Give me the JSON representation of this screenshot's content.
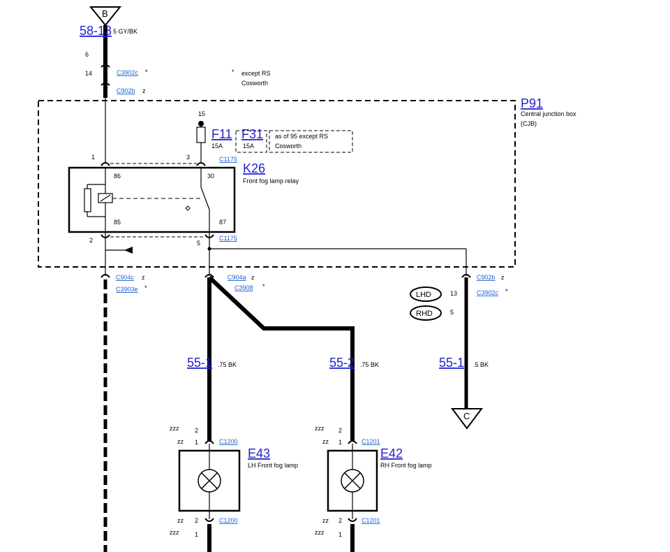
{
  "connectors_in": {
    "B": "B",
    "C": "C"
  },
  "top_wire": {
    "ref": "58-13",
    "spec": "5 GY/BK",
    "pin_a": "6",
    "pin_b": "14",
    "conn_a": "C3902c",
    "conn_a_mark": "*",
    "conn_b": "C902b",
    "conn_b_mark": "z"
  },
  "note": {
    "mark": "*",
    "line1": "except RS",
    "line2": "Cosworth"
  },
  "cjb": {
    "ref": "P91",
    "name_line1": "Central junction box",
    "name_line2": "(CJB)"
  },
  "fuses": {
    "supply_pin": "15",
    "f11_ref": "F11",
    "f11_rating": "15A",
    "f31_ref": "F31",
    "f31_rating": "15A",
    "f31_note_line1": "as of 95 except RS",
    "f31_note_line2": "Cosworth"
  },
  "relay": {
    "ref": "K26",
    "name": "Front fog lamp relay",
    "pin_86": "86",
    "pin_85": "85",
    "pin_30": "30",
    "pin_87": "87",
    "cjb_pin_1": "1",
    "cjb_pin_3": "3",
    "cjb_pin_2": "2",
    "cjb_pin_5": "5",
    "conn_top": "C1175",
    "conn_bottom": "C1175"
  },
  "lower_connectors": {
    "left_a": "C904c",
    "left_a_mark": "z",
    "left_b": "C3903e",
    "left_b_mark": "*",
    "mid_a": "C904a",
    "mid_a_mark": "z",
    "mid_b": "C3908",
    "mid_b_mark": "*",
    "right_a": "C902b",
    "right_a_mark": "z",
    "right_b": "C3902c",
    "right_b_mark": "*"
  },
  "variants": {
    "lhd_label": "LHD",
    "lhd_pin": "13",
    "rhd_label": "RHD",
    "rhd_pin": "5"
  },
  "wires": {
    "w1_ref": "55-1",
    "w1_spec": ".75 BK",
    "w2_ref": "55-2",
    "w2_spec": ".75 BK",
    "w3_ref": "55-1",
    "w3_spec": ".5 BK"
  },
  "lamp_left": {
    "ref": "E43",
    "name": "LH Front fog lamp",
    "top_zzz": "zzz",
    "top_zzz_pin": "2",
    "top_zz": "zz",
    "top_zz_pin": "1",
    "top_conn": "C1200",
    "bot_zz": "zz",
    "bot_zz_pin": "2",
    "bot_zzz": "zzz",
    "bot_zzz_pin": "1",
    "bot_conn": "C1200"
  },
  "lamp_right": {
    "ref": "E42",
    "name": "RH Front fog lamp",
    "top_zzz": "zzz",
    "top_zzz_pin": "2",
    "top_zz": "zz",
    "top_zz_pin": "1",
    "top_conn": "C1201",
    "bot_zz": "zz",
    "bot_zz_pin": "2",
    "bot_zzz": "zzz",
    "bot_zzz_pin": "1",
    "bot_conn": "C1201"
  }
}
